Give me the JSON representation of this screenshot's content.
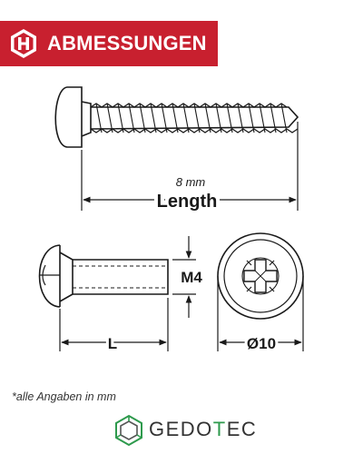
{
  "header": {
    "title": "ABMESSUNGEN",
    "icon": "hex-h-icon",
    "color": "#c8202f"
  },
  "screw_top": {
    "dimension_value": "8 mm",
    "dimension_label": "Length"
  },
  "screw_bottom": {
    "thread_label": "M4",
    "length_label": "L",
    "diameter_label": "Ø10"
  },
  "footnote": "*alle Angaben in mm",
  "brand": {
    "name_prefix": "GEDO",
    "name_accent": "T",
    "name_suffix": "EC",
    "accent_color": "#2e9a4d"
  }
}
